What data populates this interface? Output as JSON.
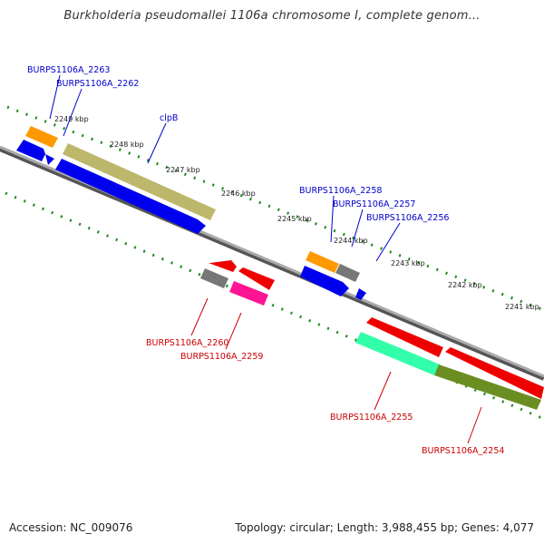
{
  "header": {
    "title": "Burkholderia pseudomallei 1106a chromosome I, complete genom..."
  },
  "footer": {
    "accession": "Accession: NC_009076",
    "summary": "Topology: circular; Length: 3,988,455 bp; Genes: 4,077"
  },
  "scale_ticks": [
    {
      "label": "2249 kbp"
    },
    {
      "label": "2248 kbp"
    },
    {
      "label": "2247 kbp"
    },
    {
      "label": "2246 kbp"
    },
    {
      "label": "2245 kbp"
    },
    {
      "label": "2244 kbp"
    },
    {
      "label": "2243 kbp"
    },
    {
      "label": "2242 kbp"
    },
    {
      "label": "2241 kbp"
    }
  ],
  "gene_labels": {
    "upper": [
      "BURPS1106A_2263",
      "BURPS1106A_2262",
      "clpB",
      "BURPS1106A_2258",
      "BURPS1106A_2257",
      "BURPS1106A_2256"
    ],
    "lower": [
      "BURPS1106A_2260",
      "BURPS1106A_2259",
      "BURPS1106A_2255",
      "BURPS1106A_2254"
    ]
  },
  "colors": {
    "upper_label": "#0000cc",
    "lower_label": "#cc0000",
    "backbone": "#888888",
    "tick": "#228822",
    "gene_blue": "#0000ee",
    "gene_khaki": "#bdb76b",
    "gene_orange": "#ff9900",
    "gene_gray": "#777777",
    "gene_red": "#ee0000",
    "gene_pink": "#ff1493",
    "gene_aqua": "#33ffaa",
    "gene_olive": "#6b8e23"
  }
}
